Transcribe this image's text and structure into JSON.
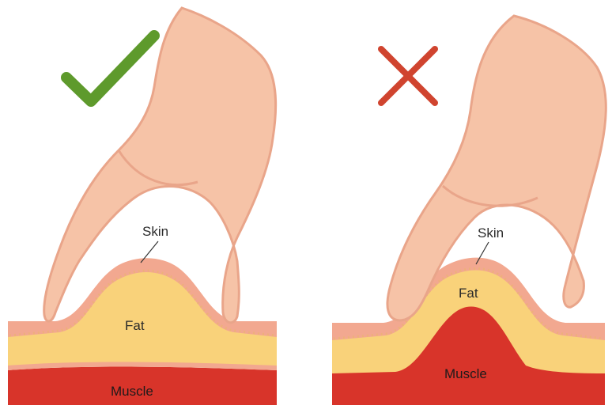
{
  "panels": [
    {
      "verdict": "correct",
      "verdict_icon": "check-mark-icon",
      "labels": {
        "skin": "Skin",
        "fat": "Fat",
        "muscle": "Muscle"
      }
    },
    {
      "verdict": "incorrect",
      "verdict_icon": "cross-mark-icon",
      "labels": {
        "skin": "Skin",
        "fat": "Fat",
        "muscle": "Muscle"
      }
    }
  ],
  "colors": {
    "check": "#5e9a2c",
    "cross": "#d0442f",
    "skin": "#f2a890",
    "fat": "#f9d27a",
    "muscle": "#d8342a",
    "hand": "#f6c3a7",
    "hand_shadow": "#e9a58a"
  }
}
